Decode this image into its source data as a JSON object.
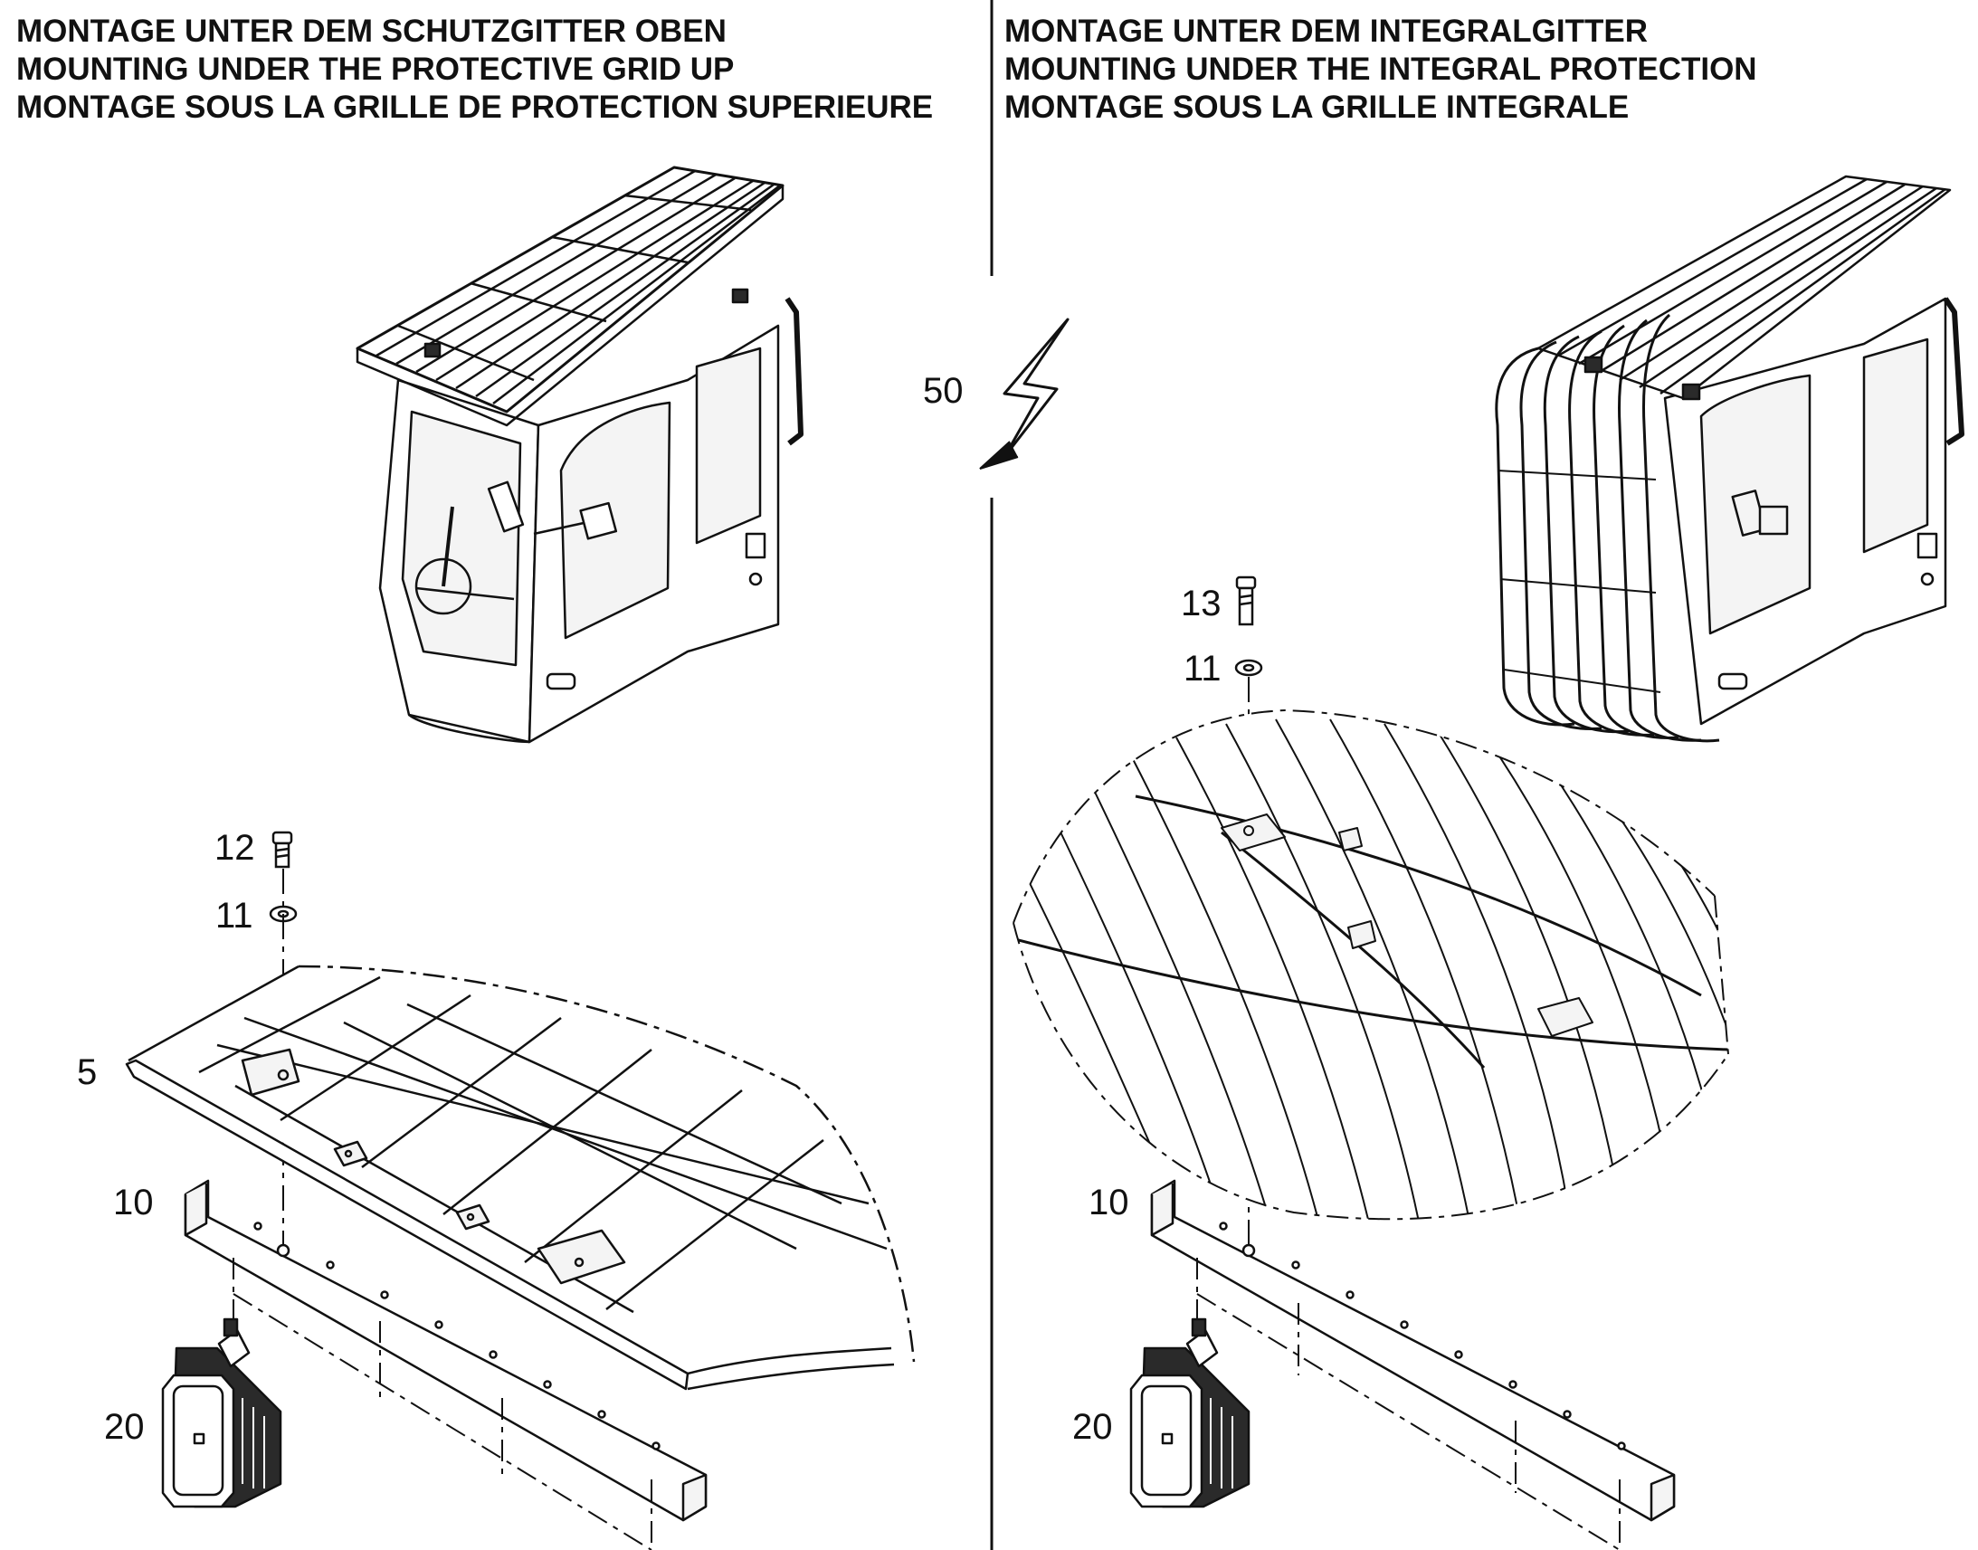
{
  "panels": {
    "left": {
      "heading": [
        "MONTAGE UNTER DEM SCHUTZGITTER OBEN",
        "MOUNTING UNDER THE PROTECTIVE GRID UP",
        "MONTAGE SOUS LA GRILLE DE PROTECTION SUPERIEURE"
      ],
      "callouts": {
        "bolt": "12",
        "washer": "11",
        "grid_frame": "5",
        "bracket": "10",
        "lamp": "20"
      }
    },
    "right": {
      "heading": [
        "MONTAGE UNTER DEM INTEGRALGITTER",
        "MOUNTING UNDER THE INTEGRAL PROTECTION",
        "MONTAGE SOUS LA GRILLE INTEGRALE"
      ],
      "callouts": {
        "bolt": "13",
        "washer": "11",
        "bracket": "10",
        "lamp": "20"
      }
    }
  },
  "divider": {
    "callout": "50",
    "symbol": "lightning-break-icon"
  },
  "colors": {
    "line": "#111111",
    "background": "#ffffff",
    "fill_light": "#f4f4f4",
    "fill_mid": "#d9d9d9",
    "fill_dark": "#2a2a2a"
  }
}
